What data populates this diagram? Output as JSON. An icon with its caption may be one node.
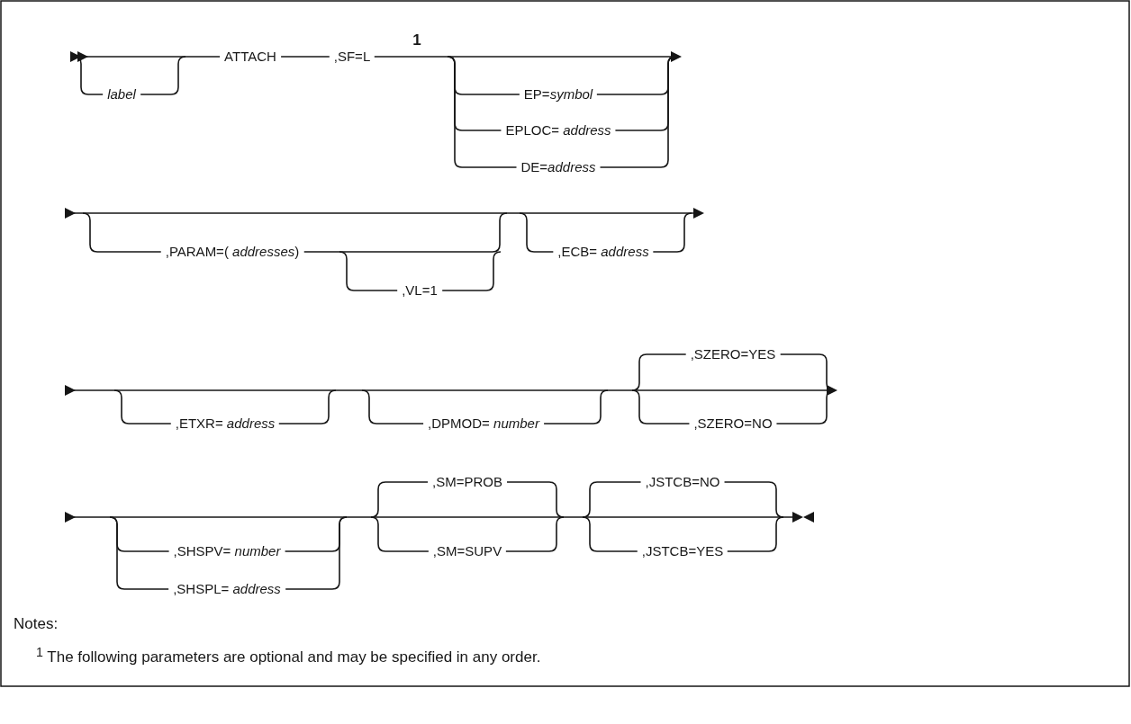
{
  "diagram": {
    "labels": [
      "label",
      "ATTACH",
      ",SF=L",
      "1",
      "EP=*symbol*",
      "EPLOC= *address*",
      "DE=*address*",
      ",PARAM=( *addresses*)",
      ",VL=1",
      ",ECB= *address*",
      ",ETXR= *address*",
      ",DPMOD= *number*",
      ",SZERO=YES",
      ",SZERO=NO",
      ",SHSPV= *number*",
      ",SHSPL= *address*",
      ",SM=PROB",
      ",SM=SUPV",
      ",JSTCB=NO",
      ",JSTCB=YES",
      "Notes:",
      "$^{1}$ The following parameters are optional and may be specified in any order."
    ]
  }
}
